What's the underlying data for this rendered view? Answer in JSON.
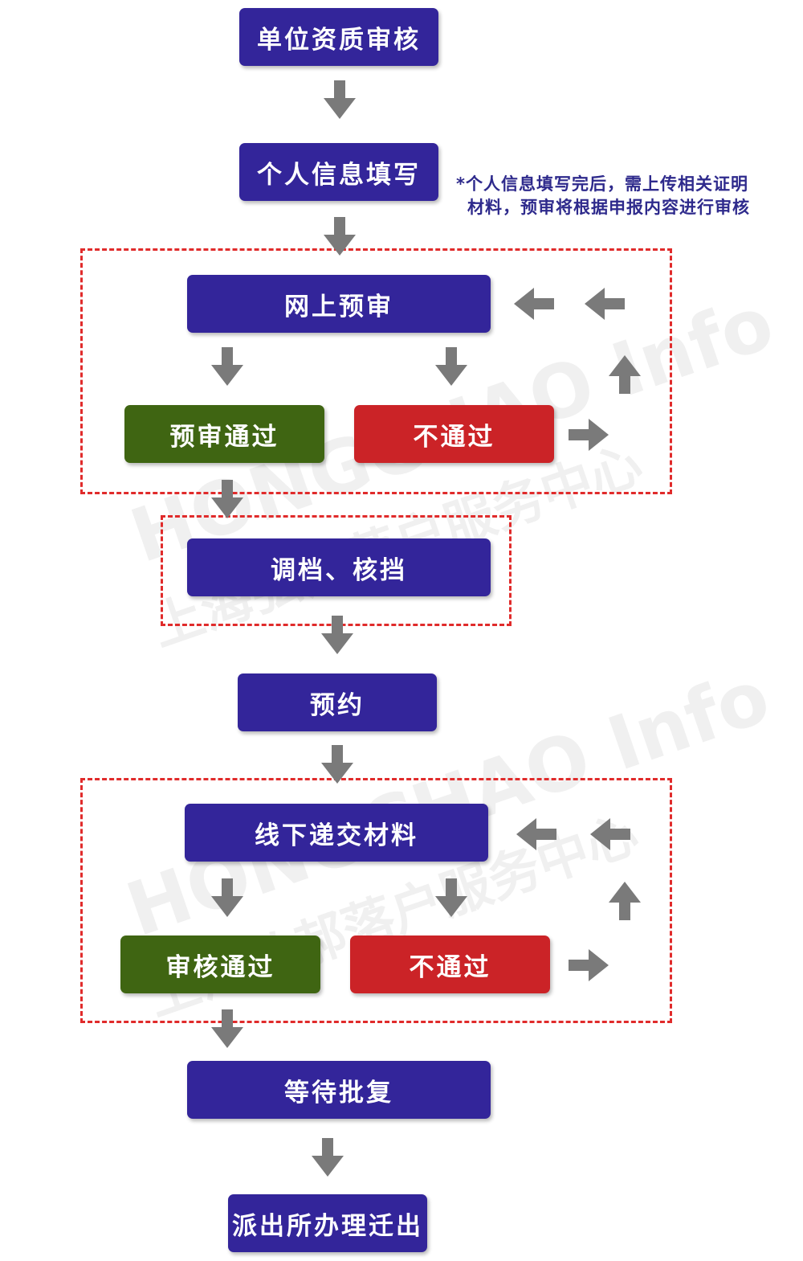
{
  "steps": {
    "unit_review": "单位资质审核",
    "personal_info": "个人信息填写",
    "online_pre_review": "网上预审",
    "pre_review_pass": "预审通过",
    "pre_review_fail": "不通过",
    "transfer_check_files": "调档、核挡",
    "appointment": "预约",
    "offline_submit": "线下递交材料",
    "review_pass": "审核通过",
    "review_fail": "不通过",
    "wait_approval": "等待批复",
    "police_station": "派出所办理迁出"
  },
  "note": {
    "line1": "*个人信息填写完后，需上传相关证明",
    "line2": "材料，预审将根据申报内容进行审核"
  },
  "watermark": {
    "line1": "HONGCHAO Info",
    "line2": "上海弘郝落户服务中心"
  },
  "colors": {
    "step": "#33259a",
    "pass": "#3f6512",
    "fail": "#cb2327",
    "arrow": "#7a7a7a",
    "dashed_frame": "#e02b2b",
    "note_text": "#2e2a8c"
  }
}
